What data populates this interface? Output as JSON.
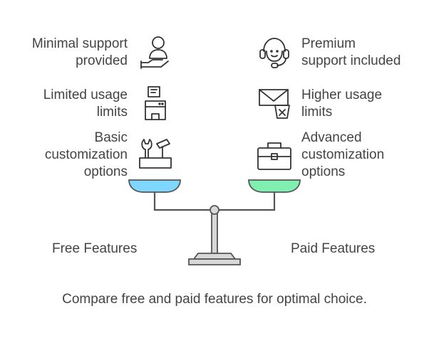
{
  "left": {
    "items": [
      {
        "text": "Minimal support\nprovided",
        "icon": "person-hand-icon"
      },
      {
        "text": "Limited usage\nlimits",
        "icon": "dispenser-icon"
      },
      {
        "text": "Basic\ncustomization\noptions",
        "icon": "toolbox-icon"
      }
    ],
    "caption": "Free Features",
    "pan_color": "#7fd6ff"
  },
  "right": {
    "items": [
      {
        "text": "Premium\nsupport included",
        "icon": "headset-icon"
      },
      {
        "text": "Higher usage\nlimits",
        "icon": "mail-bin-icon"
      },
      {
        "text": "Advanced\ncustomization\noptions",
        "icon": "briefcase-icon"
      }
    ],
    "caption": "Paid Features",
    "pan_color": "#7ff0b0"
  },
  "footer": "Compare free and paid features for optimal choice."
}
